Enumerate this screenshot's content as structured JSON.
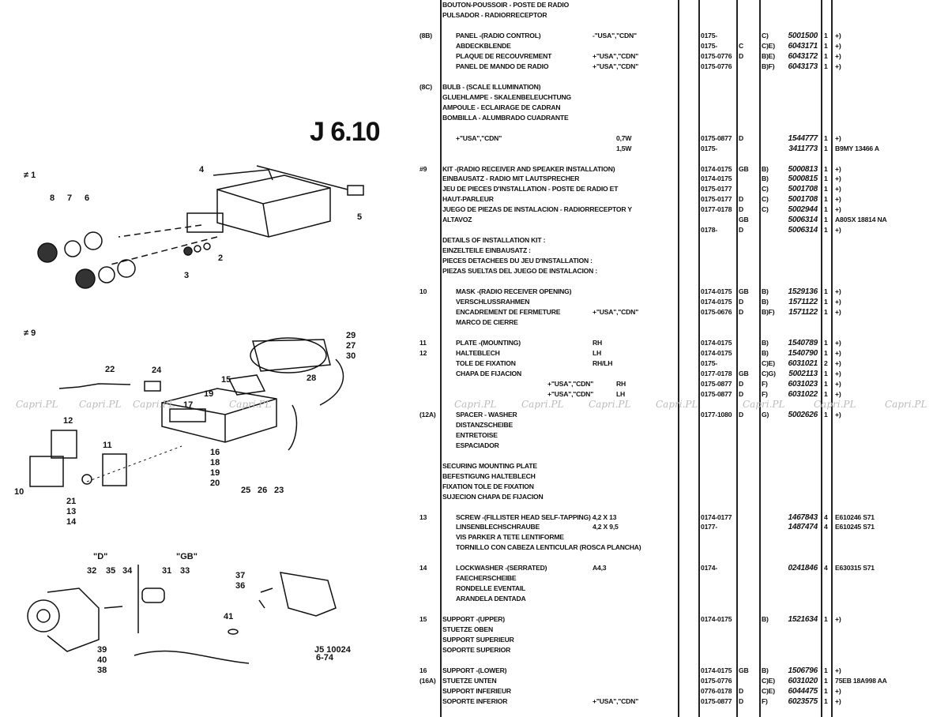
{
  "page_title": "J 6.10",
  "watermark": "Capri.PL",
  "diagram": {
    "fig1_label": "≠ 1",
    "fig9_label": "≠ 9",
    "variant_d": "\"D\"",
    "variant_gb": "\"GB\"",
    "stamp_1": "J5 10024",
    "stamp_2": "6-74",
    "labels": [
      "4",
      "5",
      "8",
      "7",
      "6",
      "2",
      "3",
      "29",
      "27",
      "30",
      "22",
      "24",
      "15",
      "19",
      "17",
      "12",
      "11",
      "16",
      "18",
      "19",
      "20",
      "10",
      "21",
      "13",
      "14",
      "25",
      "26",
      "23",
      "28",
      "32",
      "35",
      "34",
      "31",
      "33",
      "37",
      "36",
      "41",
      "39",
      "40",
      "38"
    ]
  },
  "rows": [
    {
      "d": "BOUTON-POUSSOIR - POSTE DE RADIO"
    },
    {
      "d": "PULSADOR - RADIORRECEPTOR"
    },
    {},
    {
      "r": "(8B)",
      "d": "PANEL -(RADIO CONTROL)",
      "i": 1,
      "s": "-\"USA\",\"CDN\"",
      "dt": "0175-",
      "k": "C)",
      "p": "5001500",
      "q": "1",
      "m": "+)"
    },
    {
      "d": "ABDECKBLENDE",
      "i": 1,
      "dt": "0175-",
      "c": "C",
      "k": "C)E)",
      "p": "6043171",
      "q": "1",
      "m": "+)"
    },
    {
      "d": "PLAQUE DE RECOUVREMENT",
      "i": 1,
      "s": "+\"USA\",\"CDN\"",
      "dt": "0175-0776",
      "c": "D",
      "k": "B)E)",
      "p": "6043172",
      "q": "1",
      "m": "+)"
    },
    {
      "d": "PANEL DE MANDO DE RADIO",
      "i": 1,
      "s": "+\"USA\",\"CDN\"",
      "dt": "0175-0776",
      "k": "B)F)",
      "p": "6043173",
      "q": "1",
      "m": "+)"
    },
    {},
    {
      "r": "(8C)",
      "d": "BULB - (SCALE ILLUMINATION)"
    },
    {
      "d": "GLUEHLAMPE - SKALENBELEUCHTUNG"
    },
    {
      "d": "AMPOULE - ECLAIRAGE DE CADRAN"
    },
    {
      "d": "BOMBILLA - ALUMBRADO CUADRANTE"
    },
    {},
    {
      "d": "+\"USA\",\"CDN\"",
      "i": 1,
      "s2": "0,7W",
      "dt": "0175-0877",
      "c": "D",
      "p": "1544777",
      "q": "1",
      "m": "+)"
    },
    {
      "s2": "1,5W",
      "dt": "0175-",
      "p": "3411773",
      "q": "1",
      "m": "B9MY 13466 A"
    },
    {},
    {
      "r": "#9",
      "d": "KIT -(RADIO RECEIVER AND SPEAKER INSTALLATION)",
      "dt": "0174-0175",
      "c": "GB",
      "k": "B)",
      "p": "5000813",
      "q": "1",
      "m": "+)"
    },
    {
      "d": "EINBAUSATZ - RADIO MIT LAUTSPRECHER",
      "dt": "0174-0175",
      "k": "B)",
      "p": "5000815",
      "q": "1",
      "m": "+)"
    },
    {
      "d": "JEU DE PIECES D'INSTALLATION - POSTE DE RADIO ET",
      "dt": "0175-0177",
      "k": "C)",
      "p": "5001708",
      "q": "1",
      "m": "+)"
    },
    {
      "d": "HAUT-PARLEUR",
      "dt": "0175-0177",
      "c": "D",
      "k": "C)",
      "p": "5001708",
      "q": "1",
      "m": "+)"
    },
    {
      "d": "JUEGO DE PIEZAS DE INSTALACION - RADIORRECEPTOR Y",
      "dt": "0177-0178",
      "c": "D",
      "k": "C)",
      "p": "5002944",
      "q": "1",
      "m": "+)"
    },
    {
      "d": "ALTAVOZ",
      "c": "GB",
      "p": "5006314",
      "q": "1",
      "m": "A80SX 18814 NA"
    },
    {
      "dt": "0178-",
      "c": "D",
      "p": "5006314",
      "q": "1",
      "m": "+)"
    },
    {
      "d": "DETAILS OF INSTALLATION KIT :"
    },
    {
      "d": "EINZELTEILE EINBAUSATZ :"
    },
    {
      "d": "PIECES DETACHEES DU JEU D'INSTALLATION :"
    },
    {
      "d": "PIEZAS SUELTAS DEL JUEGO DE INSTALACION :"
    },
    {},
    {
      "r": "10",
      "d": "MASK -(RADIO RECEIVER OPENING)",
      "i": 1,
      "dt": "0174-0175",
      "c": "GB",
      "k": "B)",
      "p": "1529136",
      "q": "1",
      "m": "+)"
    },
    {
      "d": "VERSCHLUSSRAHMEN",
      "i": 1,
      "dt": "0174-0175",
      "c": "D",
      "k": "B)",
      "p": "1571122",
      "q": "1",
      "m": "+)"
    },
    {
      "d": "ENCADREMENT DE FERMETURE",
      "i": 1,
      "s": "+\"USA\",\"CDN\"",
      "dt": "0175-0676",
      "c": "D",
      "k": "B)F)",
      "p": "1571122",
      "q": "1",
      "m": "+)"
    },
    {
      "d": "MARCO DE CIERRE",
      "i": 1
    },
    {},
    {
      "r": "11",
      "d": "PLATE -(MOUNTING)",
      "i": 1,
      "s": "RH",
      "dt": "0174-0175",
      "k": "B)",
      "p": "1540789",
      "q": "1",
      "m": "+)"
    },
    {
      "r": "12",
      "d": "HALTEBLECH",
      "i": 1,
      "s": "LH",
      "dt": "0174-0175",
      "k": "B)",
      "p": "1540790",
      "q": "1",
      "m": "+)"
    },
    {
      "d": "TOLE DE FIXATION",
      "i": 1,
      "s": "RH/LH",
      "dt": "0175-",
      "k": "C)E)",
      "p": "6031021",
      "q": "2",
      "m": "+)"
    },
    {
      "d": "CHAPA DE FIJACION",
      "i": 1,
      "dt": "0177-0178",
      "c": "GB",
      "k": "C)G)",
      "p": "5002113",
      "q": "1",
      "m": "+)"
    },
    {
      "d": "+\"USA\",\"CDN\"",
      "i": 2,
      "s2": "RH",
      "dt": "0175-0877",
      "c": "D",
      "k": "F)",
      "p": "6031023",
      "q": "1",
      "m": "+)"
    },
    {
      "d": "+\"USA\",\"CDN\"",
      "i": 2,
      "s2": "LH",
      "dt": "0175-0877",
      "c": "D",
      "k": "F)",
      "p": "6031022",
      "q": "1",
      "m": "+)"
    },
    {},
    {
      "r": "(12A)",
      "d": "SPACER - WASHER",
      "i": 1,
      "dt": "0177-1080",
      "c": "D",
      "k": "G)",
      "p": "5002626",
      "q": "1",
      "m": "+)"
    },
    {
      "d": "DISTANZSCHEIBE",
      "i": 1
    },
    {
      "d": "ENTRETOISE",
      "i": 1
    },
    {
      "d": "ESPACIADOR",
      "i": 1
    },
    {},
    {
      "d": "SECURING MOUNTING PLATE"
    },
    {
      "d": "BEFESTIGUNG HALTEBLECH"
    },
    {
      "d": "FIXATION TOLE DE FIXATION"
    },
    {
      "d": "SUJECION CHAPA DE FIJACION"
    },
    {},
    {
      "r": "13",
      "d": "SCREW -(FILLISTER HEAD SELF-TAPPING) 4,2 X 13",
      "i": 1,
      "dt": "0174-0177",
      "p": "1467843",
      "q": "4",
      "m": "E610246 S71"
    },
    {
      "d": "LINSENBLECHSCHRAUBE",
      "i": 1,
      "s": "4,2 X 9,5",
      "dt": "0177-",
      "p": "1487474",
      "q": "4",
      "m": "E610245 S71"
    },
    {
      "d": "VIS PARKER A TETE LENTIFORME",
      "i": 1
    },
    {
      "d": "TORNILLO CON CABEZA LENTICULAR (ROSCA PLANCHA)",
      "i": 1
    },
    {},
    {
      "r": "14",
      "d": "LOCKWASHER -(SERRATED)",
      "i": 1,
      "s": "A4,3",
      "dt": "0174-",
      "p": "0241846",
      "q": "4",
      "m": "E630315 S71"
    },
    {
      "d": "FAECHERSCHEIBE",
      "i": 1
    },
    {
      "d": "RONDELLE EVENTAIL",
      "i": 1
    },
    {
      "d": "ARANDELA DENTADA",
      "i": 1
    },
    {},
    {
      "r": "15",
      "d": "SUPPORT -(UPPER)",
      "dt": "0174-0175",
      "k": "B)",
      "p": "1521634",
      "q": "1",
      "m": "+)"
    },
    {
      "d": "STUETZE OBEN"
    },
    {
      "d": "SUPPORT SUPERIEUR"
    },
    {
      "d": "SOPORTE SUPERIOR"
    },
    {},
    {
      "r": "16",
      "d": "SUPPORT -(LOWER)",
      "dt": "0174-0175",
      "c": "GB",
      "k": "B)",
      "p": "1506796",
      "q": "1",
      "m": "+)"
    },
    {
      "r": "(16A)",
      "d": "STUETZE UNTEN",
      "dt": "0175-0776",
      "k": "C)E)",
      "p": "6031020",
      "q": "1",
      "m": "75EB 18A998 AA"
    },
    {
      "d": "SUPPORT INFERIEUR",
      "dt": "0776-0178",
      "c": "D",
      "k": "C)E)",
      "p": "6044475",
      "q": "1",
      "m": "+)"
    },
    {
      "d": "SOPORTE INFERIOR",
      "s": "+\"USA\",\"CDN\"",
      "dt": "0175-0877",
      "c": "D",
      "k": "F)",
      "p": "6023575",
      "q": "1",
      "m": "+)"
    }
  ]
}
